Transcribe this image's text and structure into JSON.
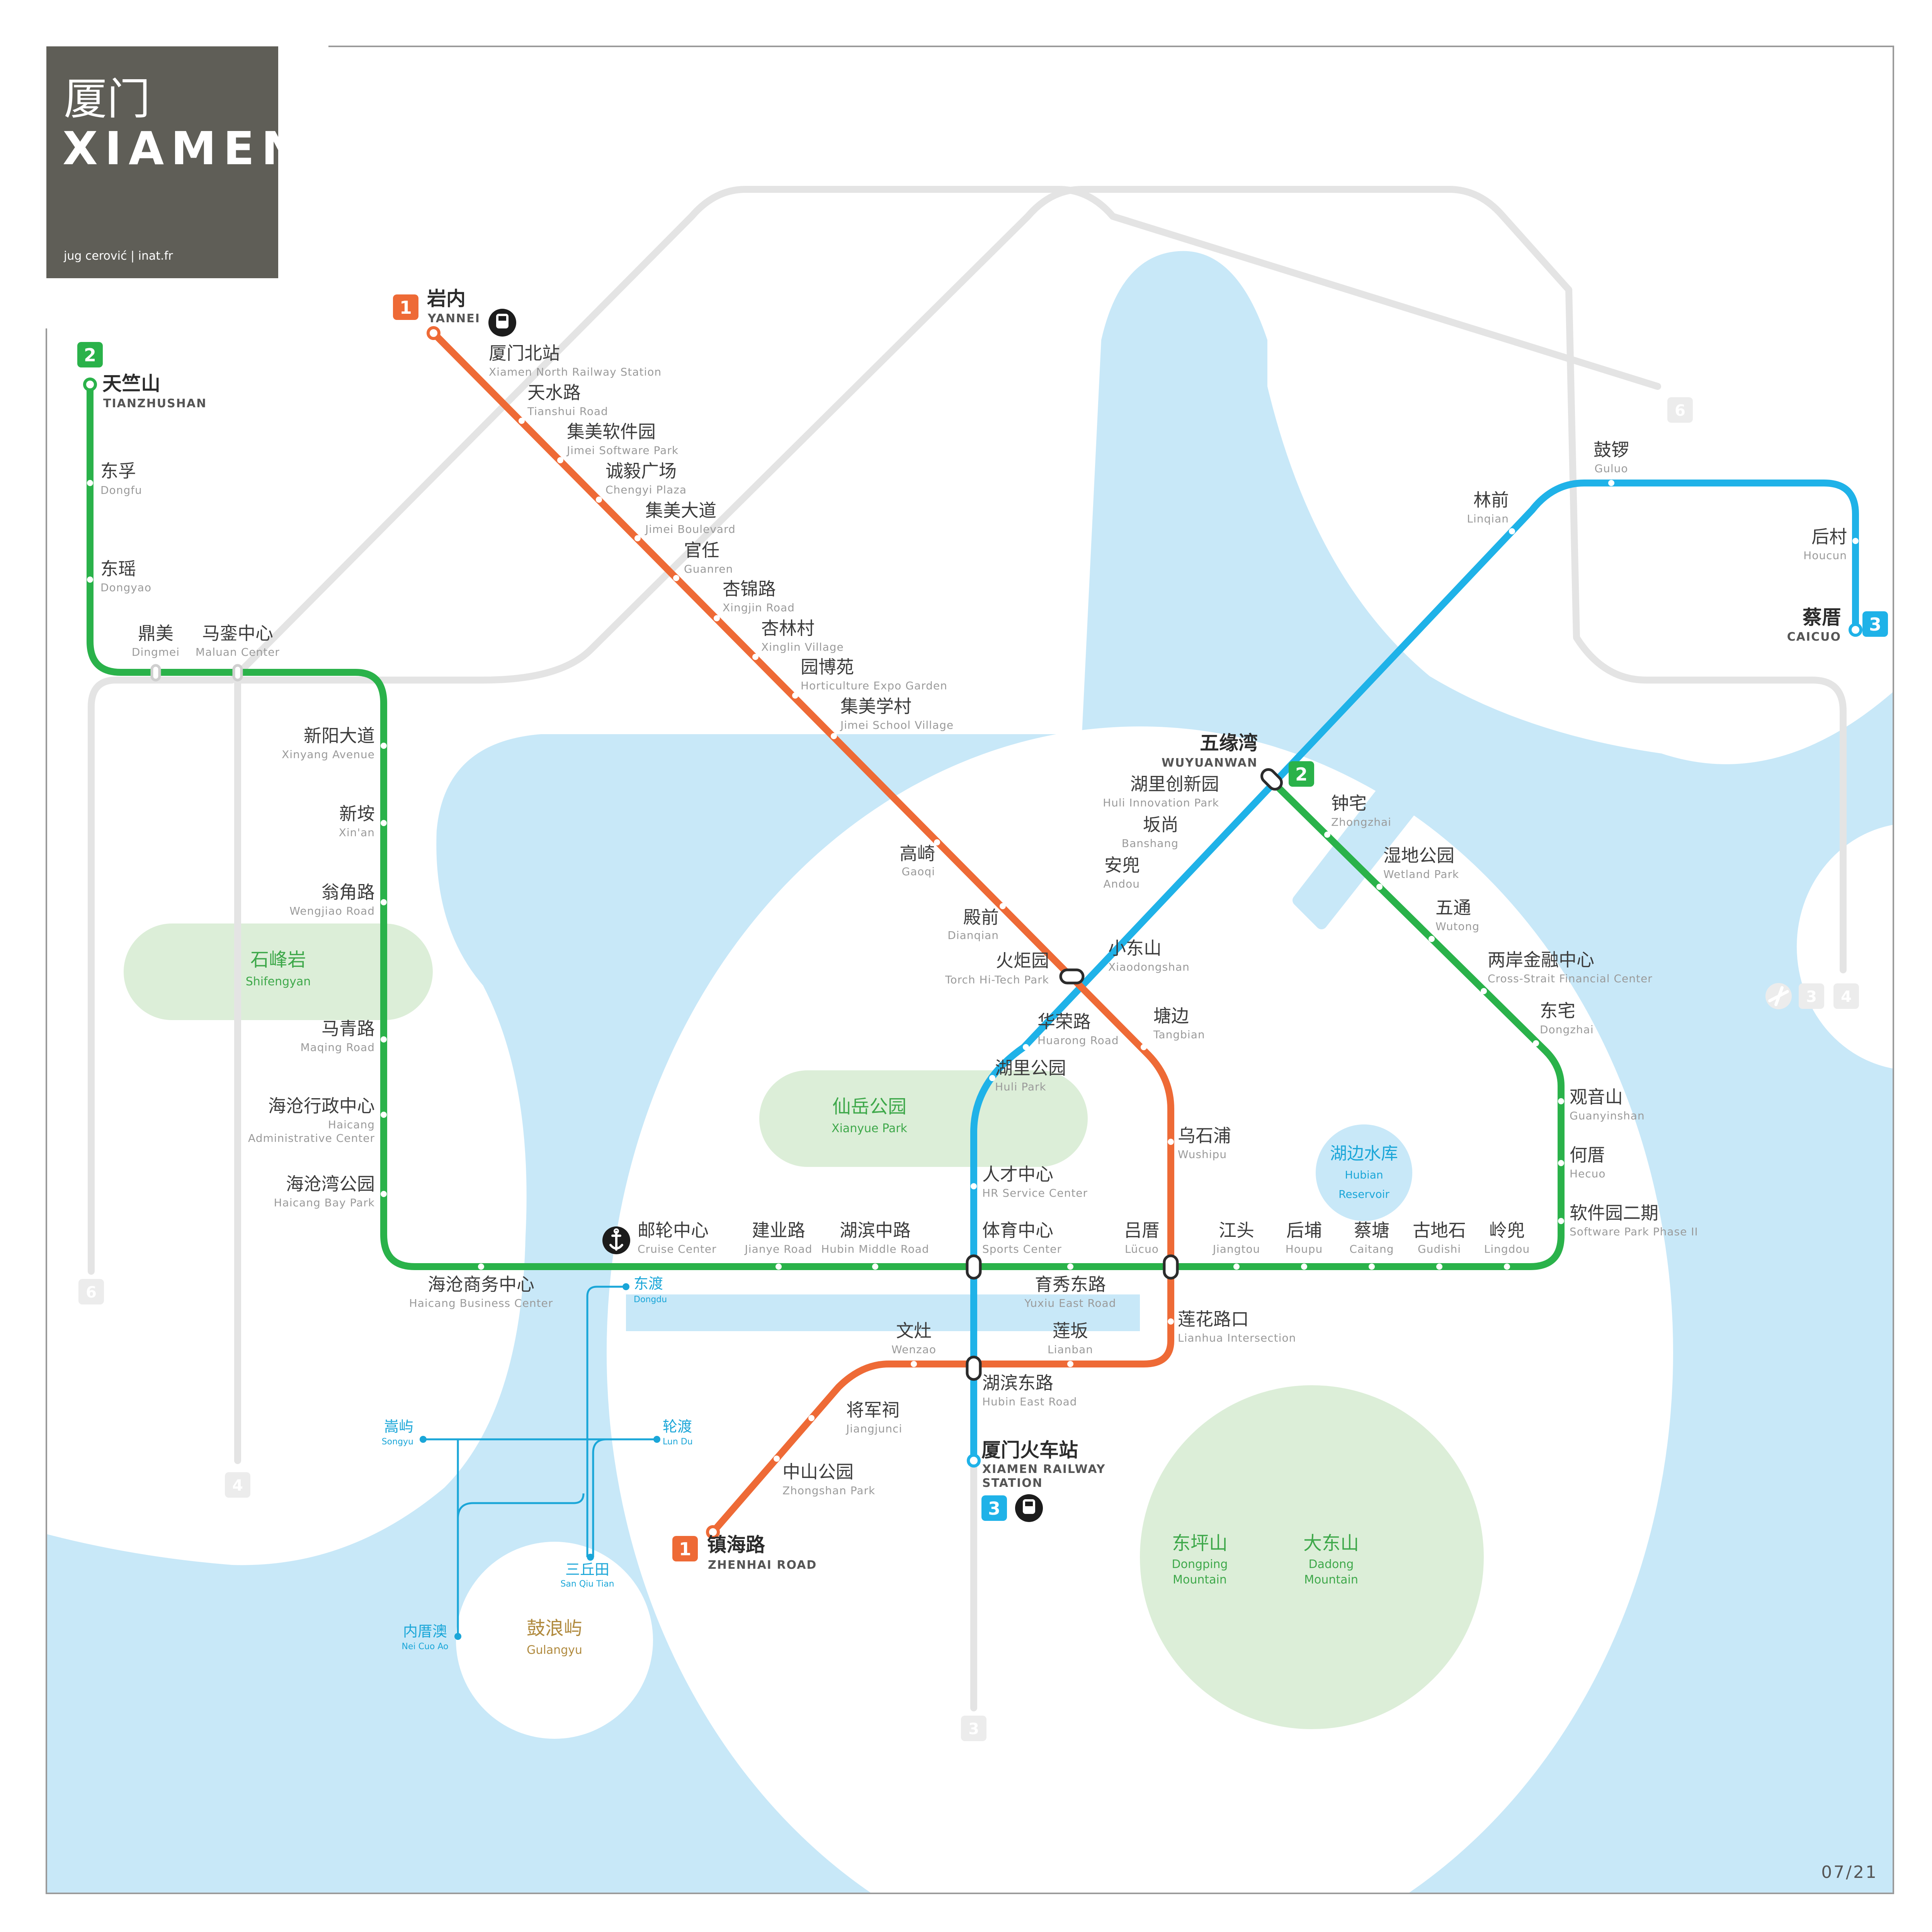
{
  "title": {
    "zh": "厦门",
    "en": "XIAMEN",
    "credit": "jug cerović | inat.fr"
  },
  "edition": "07/21",
  "colors": {
    "line1": "#ee6a36",
    "line2": "#2ab24a",
    "line3": "#1fb2e8",
    "planned": "#e4e4e4",
    "water": "#c8e8f8",
    "park": "#dceed8",
    "title_bg": "#5f5e57",
    "ferry": "#1aa6d8"
  },
  "lines": {
    "line1": {
      "number": "1",
      "terminals": {
        "north": {
          "zh": "岩内",
          "en": "YANNEI"
        },
        "south": {
          "zh": "镇海路",
          "en": "ZHENHAI ROAD"
        }
      },
      "stations": [
        {
          "zh": "厦门北站",
          "en": "Xiamen North Railway Station"
        },
        {
          "zh": "天水路",
          "en": "Tianshui Road"
        },
        {
          "zh": "集美软件园",
          "en": "Jimei Software Park"
        },
        {
          "zh": "诚毅广场",
          "en": "Chengyi Plaza"
        },
        {
          "zh": "集美大道",
          "en": "Jimei Boulevard"
        },
        {
          "zh": "官任",
          "en": "Guanren"
        },
        {
          "zh": "杏锦路",
          "en": "Xingjin Road"
        },
        {
          "zh": "杏林村",
          "en": "Xinglin Village"
        },
        {
          "zh": "园博苑",
          "en": "Horticulture Expo Garden"
        },
        {
          "zh": "集美学村",
          "en": "Jimei School Village"
        },
        {
          "zh": "高崎",
          "en": "Gaoqi"
        },
        {
          "zh": "殿前",
          "en": "Dianqian"
        },
        {
          "zh": "火炬园",
          "en": "Torch Hi-Tech Park"
        },
        {
          "zh": "塘边",
          "en": "Tangbian"
        },
        {
          "zh": "乌石浦",
          "en": "Wushipu"
        },
        {
          "zh": "吕厝",
          "en": "Lücuo"
        },
        {
          "zh": "莲花路口",
          "en": "Lianhua Intersection"
        },
        {
          "zh": "莲坂",
          "en": "Lianban"
        },
        {
          "zh": "文灶",
          "en": "Wenzao"
        },
        {
          "zh": "将军祠",
          "en": "Jiangjunci"
        },
        {
          "zh": "中山公园",
          "en": "Zhongshan Park"
        }
      ]
    },
    "line2": {
      "number": "2",
      "terminals": {
        "west": {
          "zh": "天竺山",
          "en": "TIANZHUSHAN"
        },
        "east": {
          "zh": "五缘湾",
          "en": "WUYUANWAN"
        }
      },
      "stations": [
        {
          "zh": "东孚",
          "en": "Dongfu"
        },
        {
          "zh": "东瑶",
          "en": "Dongyao"
        },
        {
          "zh": "鼎美",
          "en": "Dingmei"
        },
        {
          "zh": "马銮中心",
          "en": "Maluan Center"
        },
        {
          "zh": "新阳大道",
          "en": "Xinyang Avenue"
        },
        {
          "zh": "新垵",
          "en": "Xin'an"
        },
        {
          "zh": "翁角路",
          "en": "Wengjiao Road"
        },
        {
          "zh": "马青路",
          "en": "Maqing Road"
        },
        {
          "zh": "海沧行政中心",
          "en": "Haicang",
          "en2": "Administrative Center"
        },
        {
          "zh": "海沧湾公园",
          "en": "Haicang Bay Park"
        },
        {
          "zh": "海沧商务中心",
          "en": "Haicang Business Center"
        },
        {
          "zh": "邮轮中心",
          "en": "Cruise Center"
        },
        {
          "zh": "建业路",
          "en": "Jianye Road"
        },
        {
          "zh": "湖滨中路",
          "en": "Hubin Middle Road"
        },
        {
          "zh": "体育中心",
          "en": "Sports Center"
        },
        {
          "zh": "育秀东路",
          "en": "Yuxiu East Road"
        },
        {
          "zh": "江头",
          "en": "Jiangtou"
        },
        {
          "zh": "后埔",
          "en": "Houpu"
        },
        {
          "zh": "蔡塘",
          "en": "Caitang"
        },
        {
          "zh": "古地石",
          "en": "Gudishi"
        },
        {
          "zh": "岭兜",
          "en": "Lingdou"
        },
        {
          "zh": "软件园二期",
          "en": "Software Park Phase II"
        },
        {
          "zh": "何厝",
          "en": "Hecuo"
        },
        {
          "zh": "观音山",
          "en": "Guanyinshan"
        },
        {
          "zh": "东宅",
          "en": "Dongzhai"
        },
        {
          "zh": "两岸金融中心",
          "en": "Cross-Strait Financial Center"
        },
        {
          "zh": "五通",
          "en": "Wutong"
        },
        {
          "zh": "湿地公园",
          "en": "Wetland Park"
        },
        {
          "zh": "钟宅",
          "en": "Zhongzhai"
        }
      ]
    },
    "line3": {
      "number": "3",
      "terminals": {
        "north": {
          "zh": "蔡厝",
          "en": "CAICUO"
        },
        "south": {
          "zh": "厦门火车站",
          "en": "XIAMEN RAILWAY",
          "en2": "STATION"
        }
      },
      "stations": [
        {
          "zh": "后村",
          "en": "Houcun"
        },
        {
          "zh": "鼓锣",
          "en": "Guluo"
        },
        {
          "zh": "林前",
          "en": "Linqian"
        },
        {
          "zh": "湖里创新园",
          "en": "Huli Innovation Park"
        },
        {
          "zh": "坂尚",
          "en": "Banshang"
        },
        {
          "zh": "安兜",
          "en": "Andou"
        },
        {
          "zh": "小东山",
          "en": "Xiaodongshan"
        },
        {
          "zh": "华荣路",
          "en": "Huarong Road"
        },
        {
          "zh": "湖里公园",
          "en": "Huli Park"
        },
        {
          "zh": "人才中心",
          "en": "HR Service Center"
        },
        {
          "zh": "湖滨东路",
          "en": "Hubin East Road"
        }
      ]
    }
  },
  "planned_lines": [
    "6",
    "4",
    "3"
  ],
  "ferry": {
    "stops": [
      {
        "zh": "东渡",
        "en": "Dongdu"
      },
      {
        "zh": "嵩屿",
        "en": "Songyu"
      },
      {
        "zh": "轮渡",
        "en": "Lun Du"
      },
      {
        "zh": "三丘田",
        "en": "San Qiu Tian"
      },
      {
        "zh": "内厝澳",
        "en": "Nei Cuo Ao"
      }
    ]
  },
  "places": [
    {
      "zh": "石峰岩",
      "en": "Shifengyan"
    },
    {
      "zh": "仙岳公园",
      "en": "Xianyue Park"
    },
    {
      "zh": "湖边水库",
      "en": "Hubian",
      "en2": "Reservoir"
    },
    {
      "zh": "东坪山",
      "en": "Dongping",
      "en2": "Mountain"
    },
    {
      "zh": "大东山",
      "en": "Dadong",
      "en2": "Mountain"
    },
    {
      "zh": "鼓浪屿",
      "en": "Gulangyu"
    }
  ]
}
